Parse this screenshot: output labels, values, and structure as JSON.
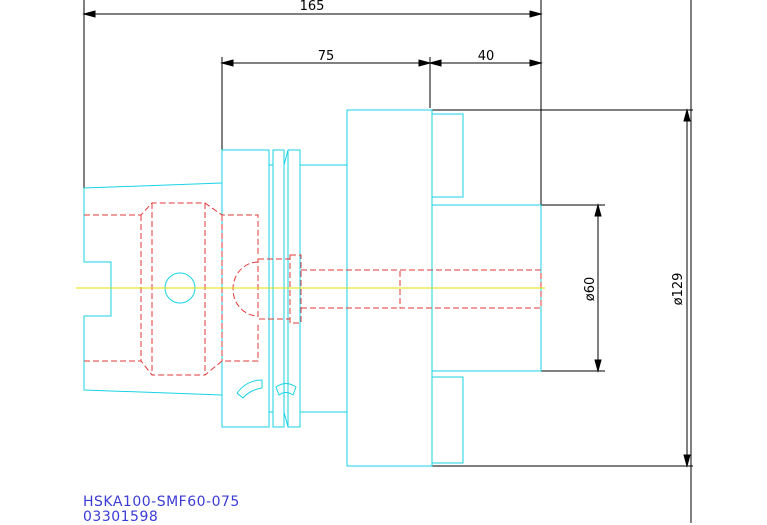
{
  "dimensions": {
    "overall_length": "165",
    "shank_length": "75",
    "flange_length": "40",
    "bore_diameter": "ø60",
    "flange_diameter": "ø129"
  },
  "title_block": {
    "part_name": "HSKA100-SMF60-075",
    "part_number": "03301598"
  },
  "colors": {
    "outline": "#19d3e6",
    "hidden": "#e03a3a",
    "centerline": "#e8e000",
    "dimension": "#000000",
    "title_text": "#3b3bd6"
  }
}
